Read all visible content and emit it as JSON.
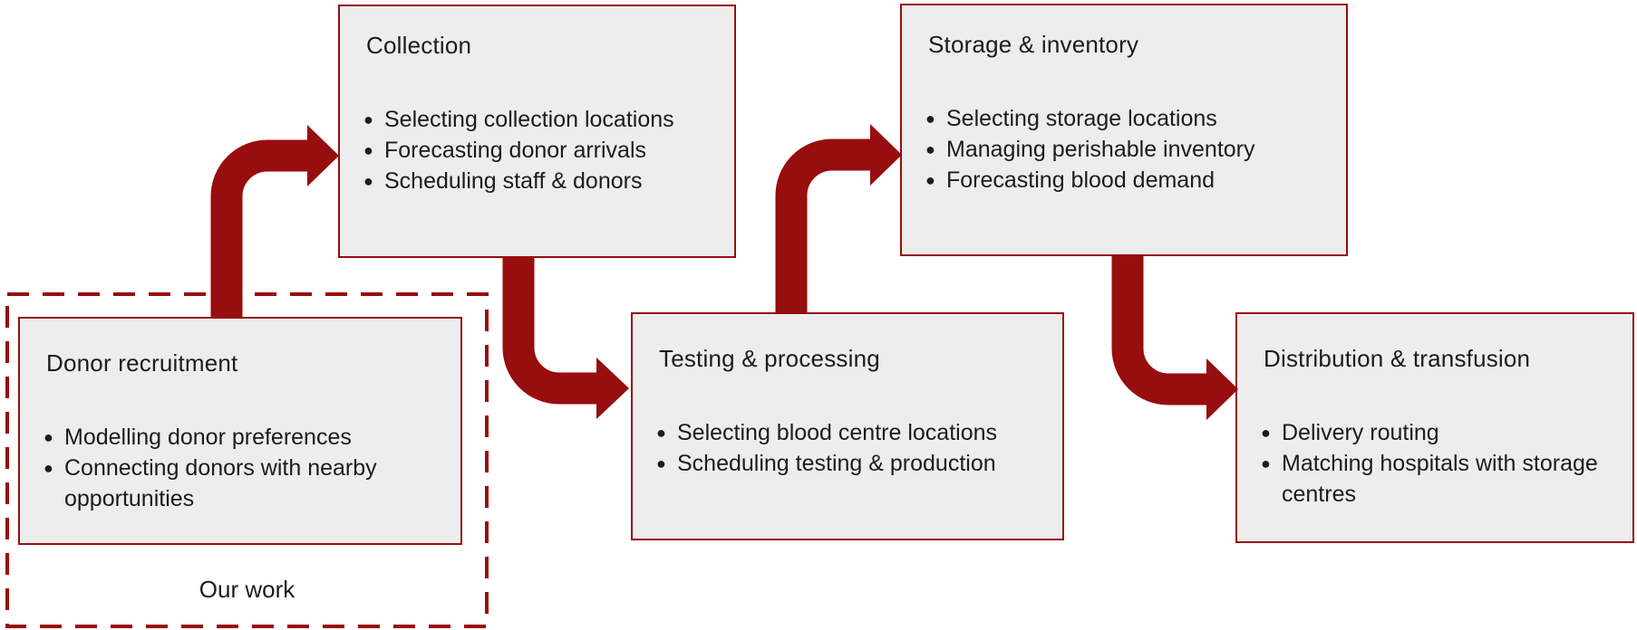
{
  "colors": {
    "accent": "#980d0d",
    "box_fill": "#ededed",
    "text": "#1c1c1c"
  },
  "icons": {
    "bullet": "●"
  },
  "stages": [
    {
      "id": "donor-recruitment",
      "title": "Donor recruitment",
      "bullets": [
        "Modelling donor preferences",
        "Connecting donors with nearby opportunities"
      ]
    },
    {
      "id": "collection",
      "title": "Collection",
      "bullets": [
        "Selecting collection locations",
        "Forecasting donor arrivals",
        "Scheduling staff & donors"
      ]
    },
    {
      "id": "testing-processing",
      "title": "Testing & processing",
      "bullets": [
        "Selecting blood centre locations",
        "Scheduling testing & production"
      ]
    },
    {
      "id": "storage-inventory",
      "title": "Storage & inventory",
      "bullets": [
        "Selecting storage locations",
        "Managing perishable inventory",
        "Forecasting blood demand"
      ]
    },
    {
      "id": "distribution-transfusion",
      "title": "Distribution & transfusion",
      "bullets": [
        "Delivery routing",
        "Matching hospitals with storage centres"
      ]
    }
  ],
  "arrows": [
    {
      "from": "donor-recruitment",
      "to": "collection"
    },
    {
      "from": "collection",
      "to": "testing-processing"
    },
    {
      "from": "testing-processing",
      "to": "storage-inventory"
    },
    {
      "from": "storage-inventory",
      "to": "distribution-transfusion"
    }
  ],
  "annotation": {
    "our_work": "Our work"
  }
}
